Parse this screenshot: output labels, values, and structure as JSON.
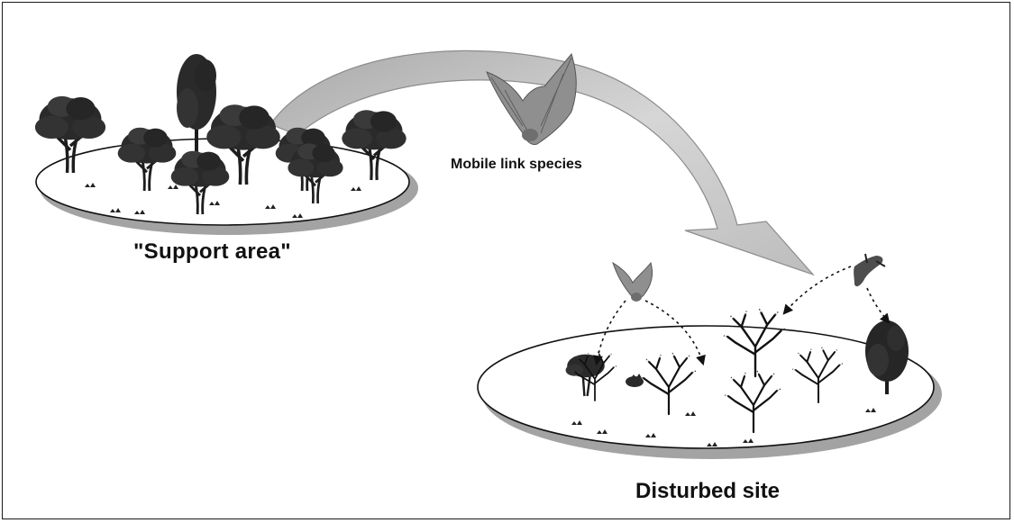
{
  "labels": {
    "support_area": "\"Support area\"",
    "mobile_link_species": "Mobile link species",
    "disturbed_site": "Disturbed site"
  },
  "colors": {
    "arrow_fill": "#c9c9c9",
    "arrow_edge": "#9a9a9a",
    "ellipse_fill": "#ffffff",
    "ellipse_shadow": "#9d9d9d",
    "foliage": "#2b2b2b",
    "bat": "#8a8a8a"
  }
}
